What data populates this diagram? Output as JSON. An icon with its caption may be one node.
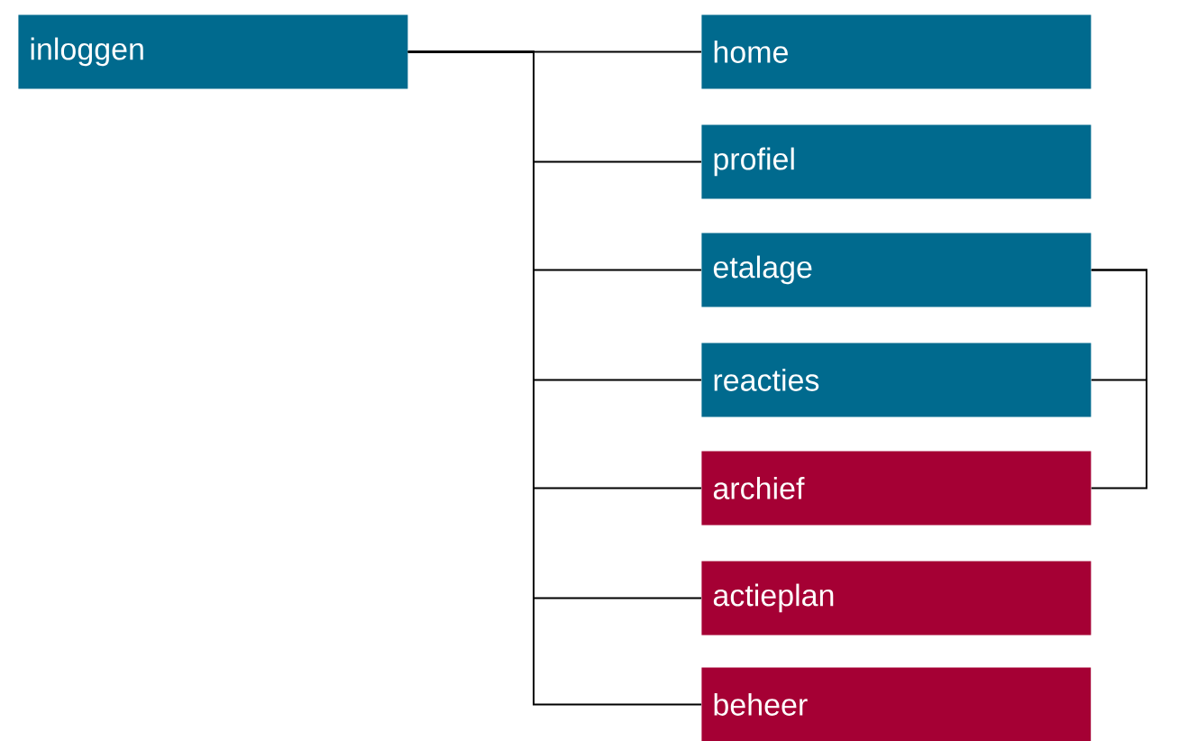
{
  "diagram": {
    "nodes": [
      {
        "text": [
          "inloggen"
        ]
      },
      {
        "text": [
          "home"
        ]
      },
      {
        "text": [
          "profiel"
        ]
      },
      {
        "text": [
          "etalage"
        ]
      },
      {
        "text": [
          "reacties"
        ]
      },
      {
        "text": [
          "archief"
        ]
      },
      {
        "text": [
          "actieplan"
        ]
      },
      {
        "text": [
          "beheer"
        ]
      }
    ],
    "edges": [
      {
        "from": 0,
        "to": 1,
        "arrow": "none"
      },
      {
        "from": 0,
        "to": 2,
        "arrow": "none"
      },
      {
        "from": 0,
        "to": 3,
        "arrow": "none"
      },
      {
        "from": 0,
        "to": 4,
        "arrow": "none"
      },
      {
        "from": 0,
        "to": 5,
        "arrow": "none"
      },
      {
        "from": 0,
        "to": 6,
        "arrow": "none"
      },
      {
        "from": 0,
        "to": 7,
        "arrow": "none"
      },
      {
        "from": 3,
        "to": 4,
        "arrow": "none"
      },
      {
        "from": 3,
        "to": 5,
        "arrow": "none"
      }
    ]
  }
}
